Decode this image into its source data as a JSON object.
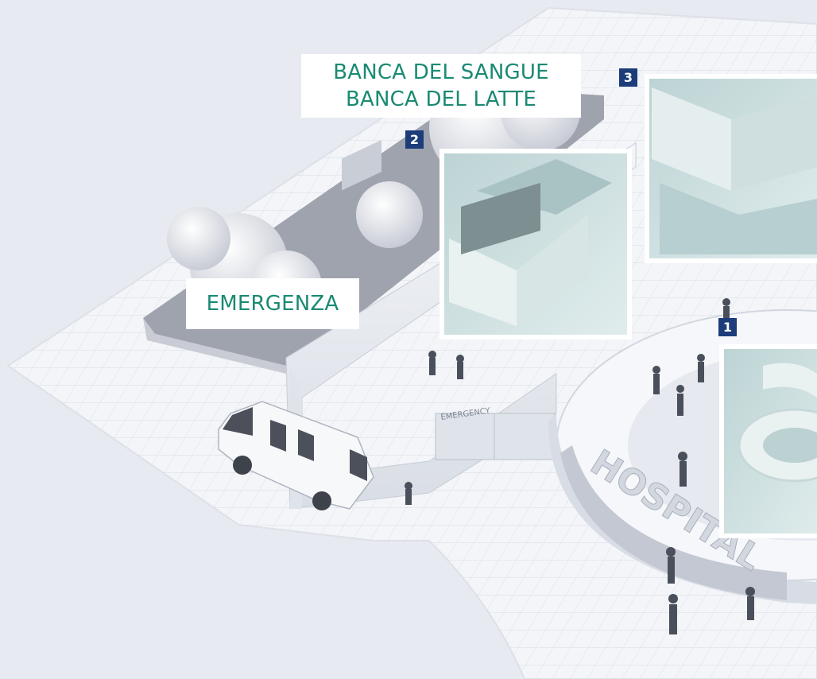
{
  "labels": {
    "top": {
      "line1": "BANCA DEL SANGUE",
      "line2": "BANCA DEL LATTE"
    },
    "left": "EMERGENZA"
  },
  "badges": [
    "1",
    "2",
    "3"
  ],
  "sign_text": "HOSPITAL",
  "emergency_sign": "EMERGENCY",
  "colors": {
    "background": "#e7eaf0",
    "label_bg": "#ffffff",
    "label_text": "#1a8a73",
    "badge_bg": "#1d3c7a",
    "badge_text": "#ffffff",
    "room_tint": "#cfe2e2",
    "frame": "#ffffff",
    "garden": "#9fa3ae"
  }
}
